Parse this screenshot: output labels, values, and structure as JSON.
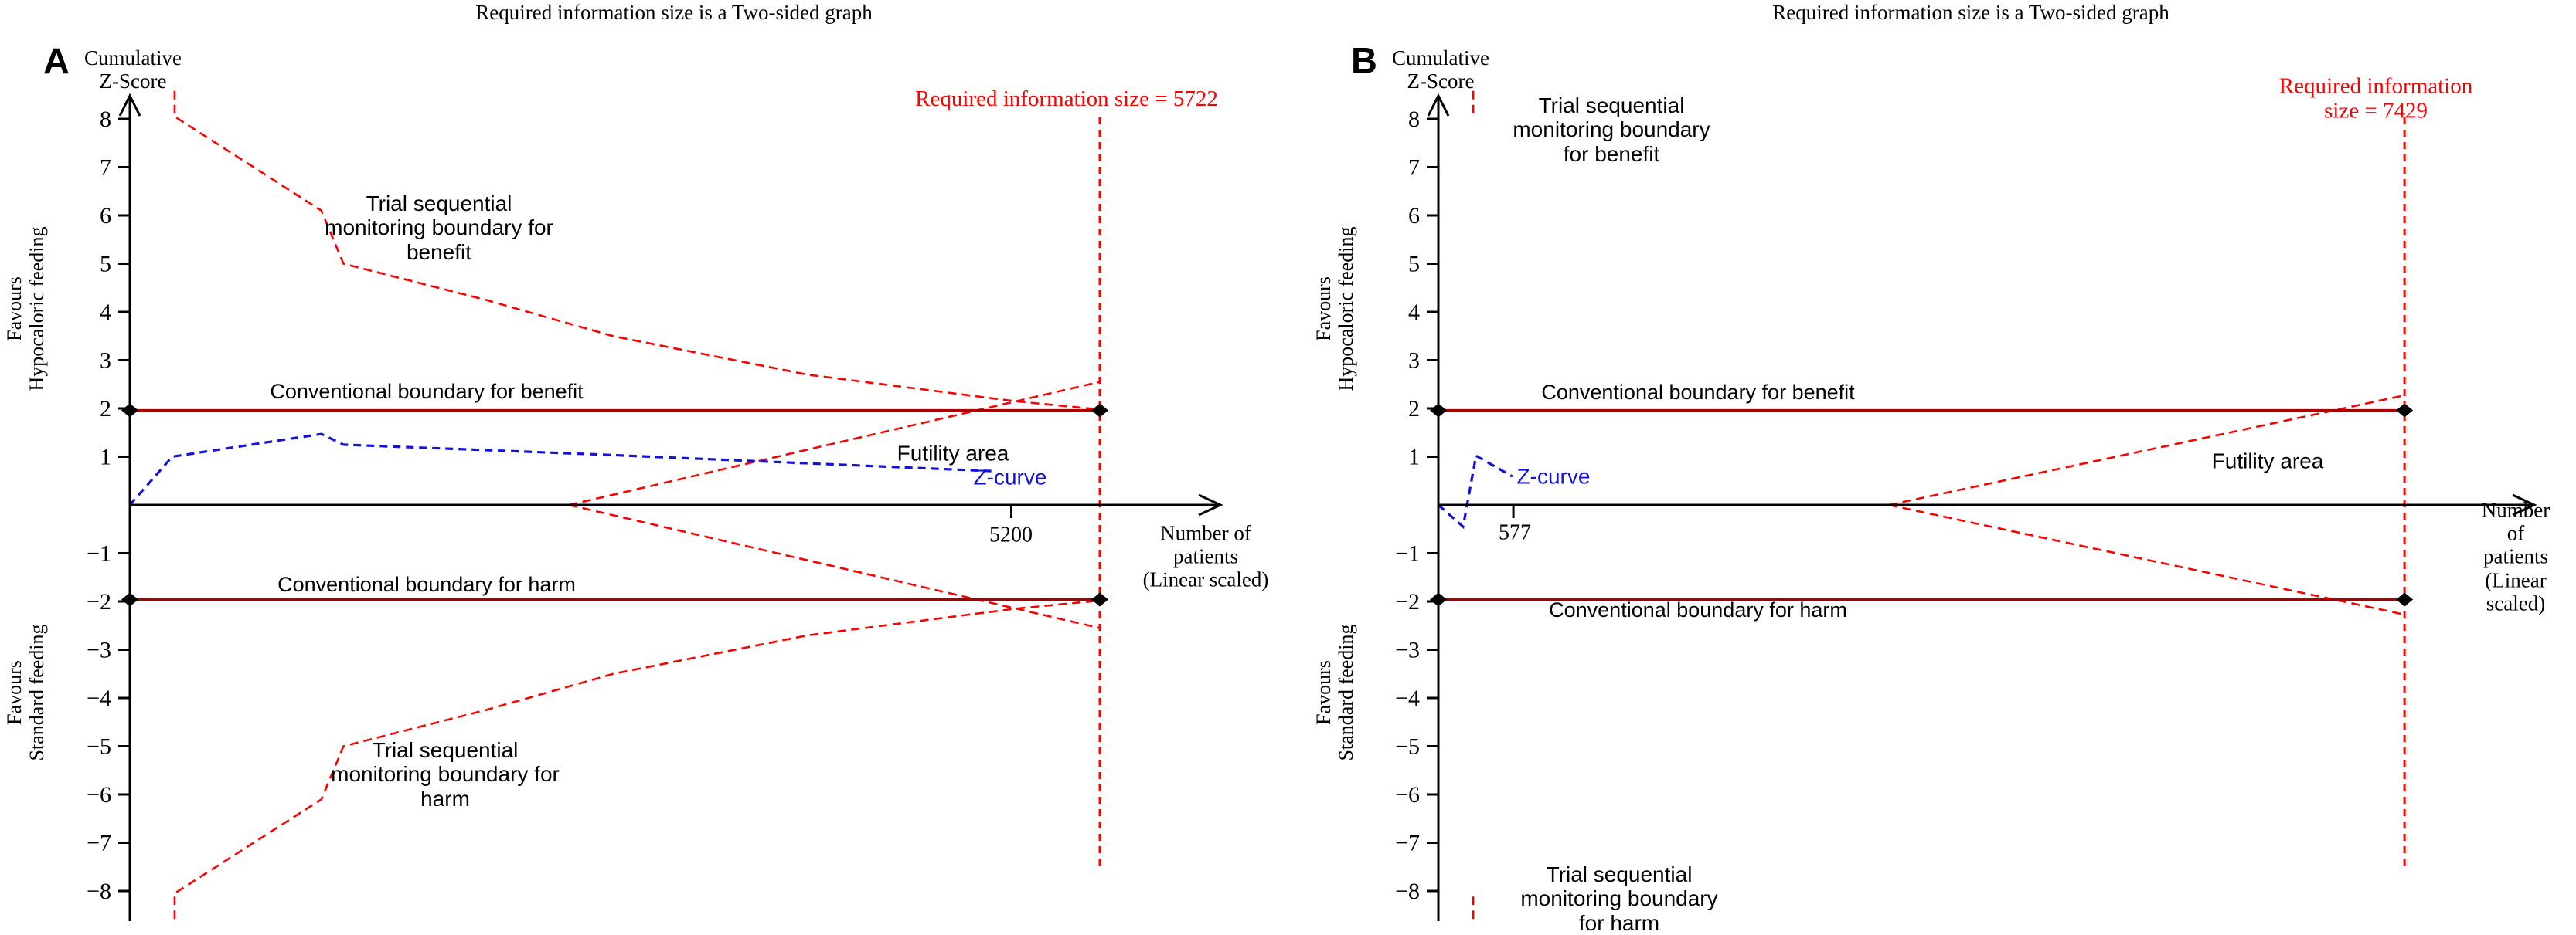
{
  "colors": {
    "tsa_boundary_red": "#ff0000",
    "conventional_red": "#aa0000",
    "zcurve_blue": "#1212dd",
    "axis_black": "#000000"
  },
  "panels": [
    {
      "letter": "A",
      "title": "Required information size is a Two-sided graph",
      "y_axis_title": "Cumulative\nZ-Score",
      "ris_label": "Required information size = 5722",
      "tsa_benefit_label": "Trial sequential\nmonitoring boundary for\nbenefit",
      "tsa_harm_label": "Trial sequential\nmonitoring boundary for\nharm",
      "conv_benefit_label": "Conventional boundary for benefit",
      "conv_harm_label": "Conventional boundary for harm",
      "futility_label": "Futility area",
      "zcurve_label": "Z-curve",
      "x_tick_label": "5200",
      "x_axis_label": "Number of\npatients\n(Linear scaled)",
      "favours_top": "Favours\nHypocaloric feeding",
      "favours_bottom": "Favours\nStandard feeding"
    },
    {
      "letter": "B",
      "title": "Required information size is a Two-sided graph",
      "y_axis_title": "Cumulative\nZ-Score",
      "ris_label": "Required information size = 7429",
      "tsa_benefit_label": "Trial sequential\nmonitoring boundary\nfor benefit",
      "tsa_harm_label": "Trial sequential\nmonitoring boundary\nfor harm",
      "conv_benefit_label": "Conventional boundary for benefit",
      "conv_harm_label": "Conventional boundary for harm",
      "futility_label": "Futility area",
      "zcurve_label": "Z-curve",
      "x_tick_label": "577",
      "x_axis_label": "Number of\npatients\n(Linear scaled)",
      "favours_top": "Favours\nHypocaloric feeding",
      "favours_bottom": "Favours\nStandard feeding"
    }
  ],
  "chart_data": [
    {
      "panel": "A",
      "type": "line",
      "title": "Required information size is a Two-sided graph",
      "xlabel": "Number of patients (Linear scaled)",
      "ylabel": "Cumulative Z-Score",
      "ylim": [
        -8.6,
        8.6
      ],
      "required_information_size": 5722,
      "conventional_boundary_z": 1.96,
      "futility_apex_n": 2590,
      "y_ticks": [
        {
          "z": 8,
          "label": "8"
        },
        {
          "z": 7,
          "label": "7"
        },
        {
          "z": 6,
          "label": "6"
        },
        {
          "z": 5,
          "label": "5"
        },
        {
          "z": 4,
          "label": "4"
        },
        {
          "z": 3,
          "label": "3"
        },
        {
          "z": 2,
          "label": "2"
        },
        {
          "z": 1,
          "label": "1"
        },
        {
          "z": -1,
          "label": "−1"
        },
        {
          "z": -2,
          "label": "−2"
        },
        {
          "z": -3,
          "label": "−3"
        },
        {
          "z": -4,
          "label": "−4"
        },
        {
          "z": -5,
          "label": "−5"
        },
        {
          "z": -6,
          "label": "−6"
        },
        {
          "z": -7,
          "label": "−7"
        },
        {
          "z": -8,
          "label": "−8"
        }
      ],
      "x_ticks": [
        {
          "n": 5200,
          "label": "5200"
        }
      ],
      "series": [
        {
          "name": "TSA monitoring boundary for benefit",
          "role": "tsa",
          "points": [
            [
              264,
              8.58
            ],
            [
              264,
              8.05
            ],
            [
              1130,
              6.1
            ],
            [
              1260,
              5.0
            ],
            [
              2100,
              4.25
            ],
            [
              2850,
              3.5
            ],
            [
              4000,
              2.7
            ],
            [
              5220,
              2.15
            ],
            [
              5722,
              1.98
            ]
          ]
        },
        {
          "name": "TSA monitoring boundary for harm",
          "role": "tsa",
          "points": [
            [
              264,
              -8.58
            ],
            [
              264,
              -8.05
            ],
            [
              1130,
              -6.1
            ],
            [
              1260,
              -5.0
            ],
            [
              2100,
              -4.25
            ],
            [
              2850,
              -3.5
            ],
            [
              4000,
              -2.7
            ],
            [
              5220,
              -2.15
            ],
            [
              5722,
              -1.98
            ]
          ]
        },
        {
          "name": "Futility boundary upper",
          "role": "tsa",
          "points": [
            [
              2590,
              0
            ],
            [
              5722,
              2.55
            ]
          ]
        },
        {
          "name": "Futility boundary lower",
          "role": "tsa",
          "points": [
            [
              2590,
              0
            ],
            [
              5722,
              -2.55
            ]
          ]
        },
        {
          "name": "Conventional boundary for benefit",
          "role": "conventional",
          "points": [
            [
              0,
              1.96
            ],
            [
              5722,
              1.96
            ]
          ]
        },
        {
          "name": "Conventional boundary for harm",
          "role": "conventional",
          "points": [
            [
              0,
              -1.96
            ],
            [
              5722,
              -1.96
            ]
          ]
        },
        {
          "name": "Z-curve",
          "role": "zcurve",
          "points": [
            [
              0,
              0
            ],
            [
              250,
              1.0
            ],
            [
              1130,
              1.47
            ],
            [
              1260,
              1.25
            ],
            [
              2740,
              1.05
            ],
            [
              5100,
              0.7
            ]
          ]
        }
      ]
    },
    {
      "panel": "B",
      "type": "line",
      "title": "Required information size is a Two-sided graph",
      "xlabel": "Number of patients (Linear scaled)",
      "ylabel": "Cumulative Z-Score",
      "ylim": [
        -8.6,
        8.6
      ],
      "required_information_size": 7429,
      "conventional_boundary_z": 1.96,
      "futility_apex_n": 3464,
      "y_ticks": [
        {
          "z": 8,
          "label": "8"
        },
        {
          "z": 7,
          "label": "7"
        },
        {
          "z": 6,
          "label": "6"
        },
        {
          "z": 5,
          "label": "5"
        },
        {
          "z": 4,
          "label": "4"
        },
        {
          "z": 3,
          "label": "3"
        },
        {
          "z": 2,
          "label": "2"
        },
        {
          "z": 1,
          "label": "1"
        },
        {
          "z": -1,
          "label": "−1"
        },
        {
          "z": -2,
          "label": "−2"
        },
        {
          "z": -3,
          "label": "−3"
        },
        {
          "z": -4,
          "label": "−4"
        },
        {
          "z": -5,
          "label": "−5"
        },
        {
          "z": -6,
          "label": "−6"
        },
        {
          "z": -7,
          "label": "−7"
        },
        {
          "z": -8,
          "label": "−8"
        }
      ],
      "x_ticks": [
        {
          "n": 577,
          "label": "577"
        }
      ],
      "series": [
        {
          "name": "TSA monitoring boundary for benefit (clipped)",
          "role": "tsa",
          "points": [
            [
              268,
              8.58
            ],
            [
              268,
              8.05
            ]
          ]
        },
        {
          "name": "TSA monitoring boundary for harm (clipped)",
          "role": "tsa",
          "points": [
            [
              268,
              -8.58
            ],
            [
              268,
              -8.05
            ]
          ]
        },
        {
          "name": "Futility boundary upper",
          "role": "tsa",
          "points": [
            [
              3464,
              0
            ],
            [
              7429,
              2.27
            ]
          ]
        },
        {
          "name": "Futility boundary lower",
          "role": "tsa",
          "points": [
            [
              3464,
              0
            ],
            [
              7429,
              -2.27
            ]
          ]
        },
        {
          "name": "Conventional boundary for benefit",
          "role": "conventional",
          "points": [
            [
              0,
              1.96
            ],
            [
              7429,
              1.96
            ]
          ]
        },
        {
          "name": "Conventional boundary for harm",
          "role": "conventional",
          "points": [
            [
              0,
              -1.96
            ],
            [
              7429,
              -1.96
            ]
          ]
        },
        {
          "name": "Z-curve",
          "role": "zcurve",
          "points": [
            [
              0,
              0
            ],
            [
              190,
              -0.45
            ],
            [
              290,
              1.02
            ],
            [
              570,
              0.59
            ]
          ]
        }
      ]
    }
  ]
}
